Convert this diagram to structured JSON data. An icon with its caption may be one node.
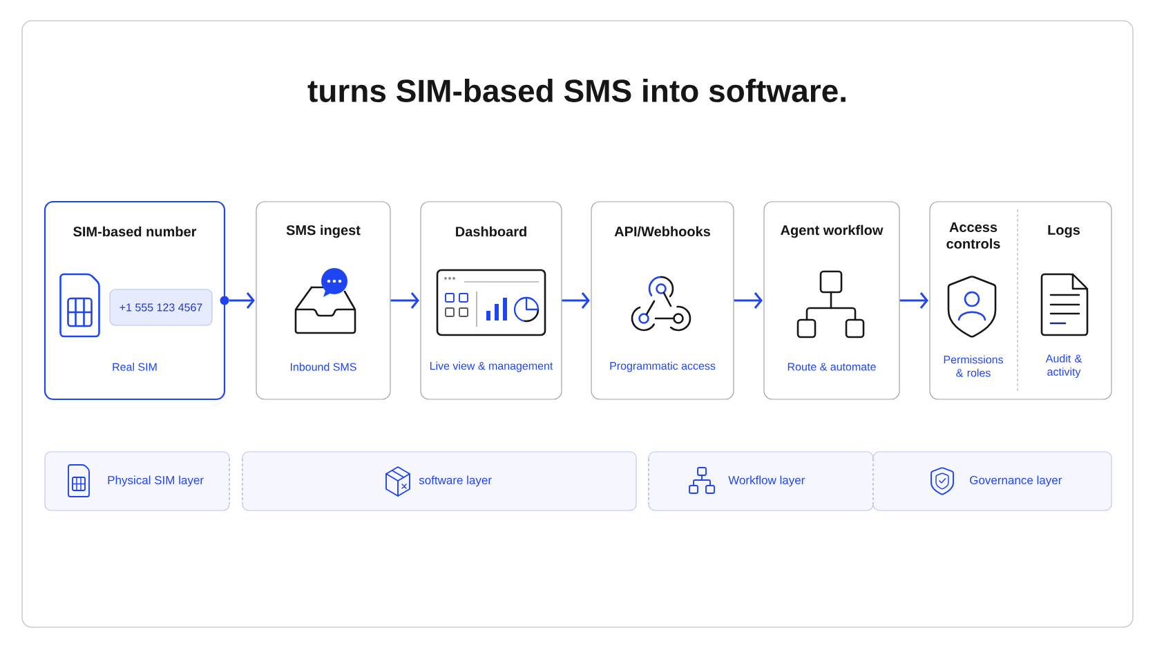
{
  "diagram": {
    "title": "turns SIM-based SMS into software.",
    "nodes": [
      {
        "text": [
          "SIM-based number",
          "Real SIM"
        ]
      },
      {
        "text": [
          "+1 555 123 4567"
        ],
        "in": 0
      },
      {
        "text": [],
        "shape": "circle"
      },
      {
        "text": [
          "SMS ingest",
          "Inbound SMS"
        ]
      },
      {
        "text": [
          "Dashboard",
          "Live view & management"
        ]
      },
      {
        "text": [
          "API/Webhooks",
          "Programmatic access"
        ]
      },
      {
        "text": [
          "Agent workflow",
          "Route & automate"
        ]
      },
      {
        "text": [],
        "shape": "box"
      },
      {
        "text": [
          "Access controls",
          "Permissions & roles"
        ],
        "in": 7
      },
      {
        "text": [
          "Logs",
          "Audit & activity"
        ],
        "in": 7
      },
      {
        "text": [
          "Physical SIM layer"
        ]
      },
      {
        "text": [
          "software layer"
        ]
      },
      {
        "text": [
          "Workflow layer"
        ]
      },
      {
        "text": [
          "Governance layer"
        ]
      }
    ],
    "edges": [
      {
        "from": 2,
        "to": 3,
        "arrow": "to"
      },
      {
        "from": 3,
        "to": 4,
        "arrow": "to"
      },
      {
        "from": 4,
        "to": 5,
        "arrow": "to"
      },
      {
        "from": 5,
        "to": 6,
        "arrow": "to"
      },
      {
        "from": 6,
        "to": 7,
        "arrow": "to"
      }
    ]
  }
}
